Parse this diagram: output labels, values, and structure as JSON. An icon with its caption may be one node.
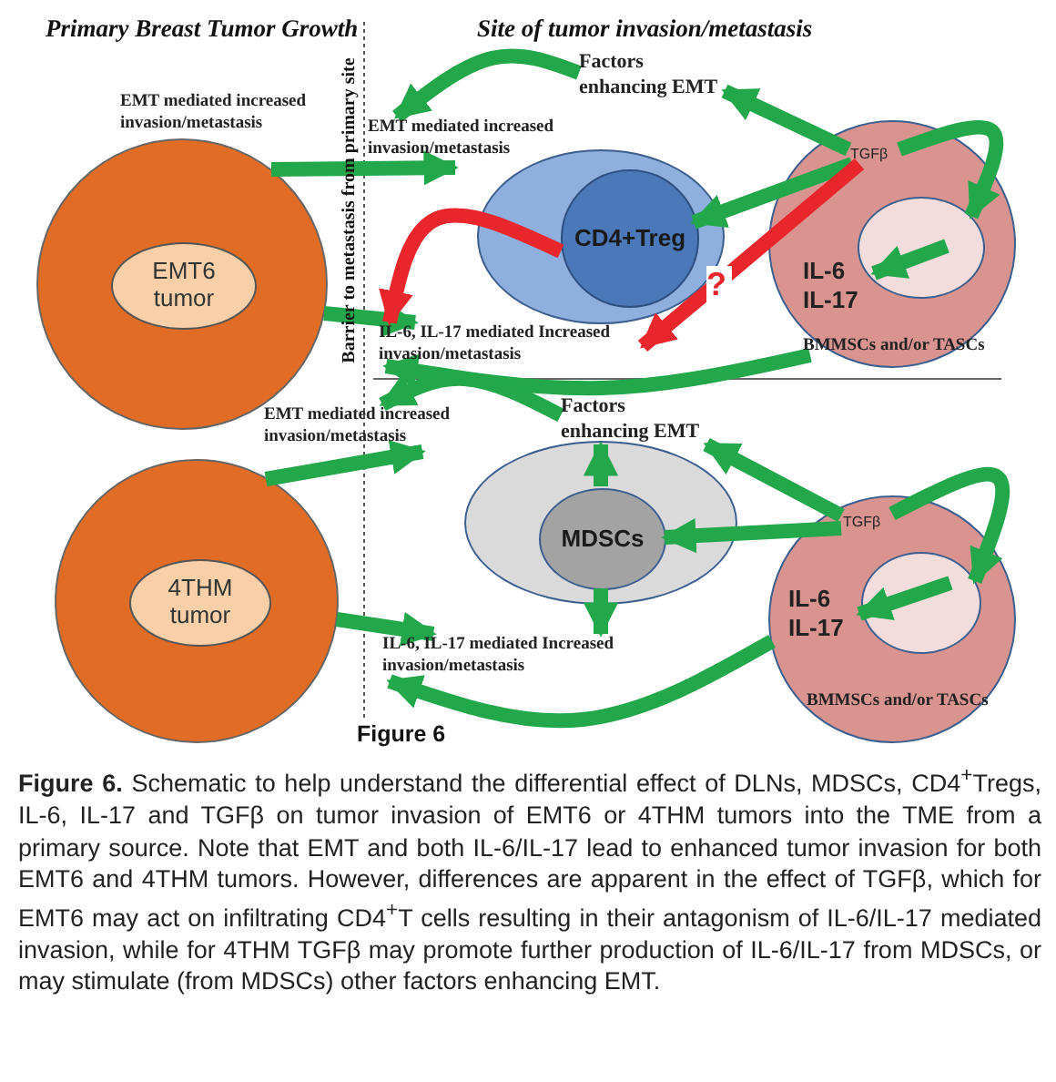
{
  "diagram": {
    "caption": "**Figure 6.** Schematic to help understand the differential effect of DLNs, MDSCs, CD4$^{+}$Tregs, IL-6, IL-17 and TGFβ on tumor invasion of EMT6 or 4THM tumors into the TME from a primary source. Note that EMT and both IL-6/IL-17 lead to enhanced tumor invasion for both EMT6 and 4THM tumors. However, differences are apparent in the effect of TGFβ, which for EMT6 may act on infiltrating CD4$^{+}$T cells resulting in their antagonism of IL-6/IL-17 mediated invasion, while for 4THM TGFβ may promote further production of IL-6/IL-17 from MDSCs, or may stimulate (from MDSCs) other factors enhancing EMT.",
    "nodes": [
      {
        "text": [],
        "shape": "circle"
      },
      {
        "text": [
          "EMT6 tumor"
        ],
        "in": 0
      },
      {
        "text": [
          "EMT mediated increased invasion/metastasis"
        ]
      },
      {
        "text": [
          "IL-6, IL-17 mediated Increased invasion/metastasis"
        ]
      },
      {
        "text": [
          "Factors enhancing EMT"
        ]
      },
      {
        "text": [],
        "shape": "circle"
      },
      {
        "text": [
          "CD4+Treg"
        ],
        "in": 5
      },
      {
        "text": [],
        "shape": "circle"
      },
      {
        "text": [
          "TGFβ"
        ],
        "in": 7
      },
      {
        "text": [],
        "shape": "circle",
        "in": 7
      },
      {
        "text": [
          "IL-6 IL-17"
        ],
        "in": 7
      },
      {
        "text": [
          "BMMSCs and/or TASCs"
        ],
        "in": 7
      },
      {
        "text": [],
        "shape": "circle"
      },
      {
        "text": [
          "4THM tumor"
        ],
        "in": 12
      },
      {
        "text": [
          "EMT mediated increased invasion/metastasis"
        ]
      },
      {
        "text": [
          "IL-6, IL-17 mediated Increased invasion/metastasis"
        ]
      },
      {
        "text": [
          "Factors enhancing EMT"
        ]
      },
      {
        "text": [],
        "shape": "circle"
      },
      {
        "text": [
          "MDSCs"
        ],
        "in": 17
      },
      {
        "text": [],
        "shape": "circle"
      },
      {
        "text": [
          "TGFβ"
        ],
        "in": 19
      },
      {
        "text": [],
        "shape": "circle",
        "in": 19
      },
      {
        "text": [
          "IL-6 IL-17"
        ],
        "in": 19
      },
      {
        "text": [
          "BMMSCs and/or TASCs"
        ],
        "in": 19
      }
    ],
    "edges": [
      {
        "from": 0,
        "to": 2,
        "arrow": "to",
        "label": "EMT mediated increased invasion/metastasis"
      },
      {
        "from": 0,
        "to": 3,
        "arrow": "to"
      },
      {
        "from": 4,
        "to": 2,
        "arrow": "to"
      },
      {
        "from": 8,
        "to": 4,
        "arrow": "to"
      },
      {
        "from": 8,
        "to": 6,
        "arrow": "to"
      },
      {
        "from": 8,
        "to": 9,
        "arrow": "to"
      },
      {
        "from": 9,
        "to": 10,
        "arrow": "to"
      },
      {
        "from": 8,
        "to": 3,
        "arrow": "to",
        "label": "?",
        "color": "#e8262b"
      },
      {
        "from": 6,
        "to": 3,
        "arrow": "to",
        "color": "#e8262b"
      },
      {
        "from": 11,
        "to": 3,
        "arrow": "to"
      },
      {
        "from": 12,
        "to": 14,
        "arrow": "to"
      },
      {
        "from": 12,
        "to": 15,
        "arrow": "to"
      },
      {
        "from": 16,
        "to": 14,
        "arrow": "to"
      },
      {
        "from": 18,
        "to": 16,
        "arrow": "to"
      },
      {
        "from": 18,
        "to": 15,
        "arrow": "to"
      },
      {
        "from": 20,
        "to": 16,
        "arrow": "to"
      },
      {
        "from": 20,
        "to": 18,
        "arrow": "to"
      },
      {
        "from": 20,
        "to": 21,
        "arrow": "to"
      },
      {
        "from": 21,
        "to": 22,
        "arrow": "to"
      },
      {
        "from": 19,
        "to": 15,
        "arrow": "to"
      }
    ],
    "labels": [
      "Primary Breast Tumor Growth",
      "Site of tumor invasion/metastasis",
      "Barrier to metastasis from primary site",
      "Figure 6"
    ]
  }
}
